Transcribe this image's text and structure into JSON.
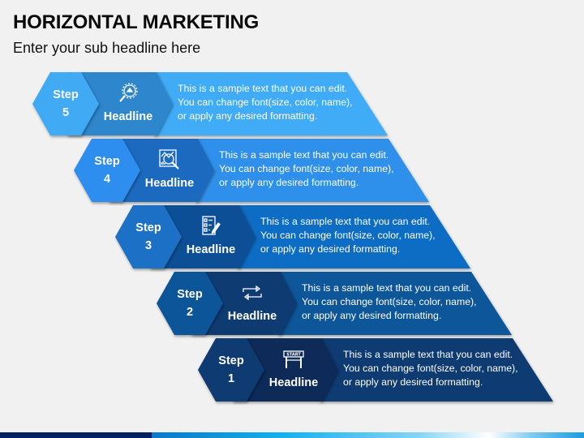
{
  "header": {
    "title": "HORIZONTAL MARKETING",
    "subtitle": "Enter your sub headline here"
  },
  "steps": [
    {
      "step_word": "Step",
      "number": "5",
      "headline": "Headline",
      "icon": "gear-magnifier-icon",
      "text_lines": [
        "This is a sample text that you can edit.",
        "You can change font(size, color, name),",
        "or apply any desired formatting."
      ],
      "colors": {
        "hex": "#41aaf5",
        "arrow": "#2f86cc",
        "band": "#41acf7"
      }
    },
    {
      "step_word": "Step",
      "number": "4",
      "headline": "Headline",
      "icon": "chart-analysis-icon",
      "text_lines": [
        "This is a sample text that you can edit.",
        "You can change font(size, color, name),",
        "or apply any desired formatting."
      ],
      "colors": {
        "hex": "#2e8ef0",
        "arrow": "#1d6ac0",
        "band": "#2e90ea"
      }
    },
    {
      "step_word": "Step",
      "number": "3",
      "headline": "Headline",
      "icon": "checklist-pencil-icon",
      "text_lines": [
        "This is a sample text that you can edit.",
        "You can change font(size, color, name),",
        "or apply any desired formatting."
      ],
      "colors": {
        "hex": "#1a70c6",
        "arrow": "#0e4f96",
        "band": "#0c6cc4"
      }
    },
    {
      "step_word": "Step",
      "number": "2",
      "headline": "Headline",
      "icon": "exchange-arrows-icon",
      "text_lines": [
        "This is a sample text that you can edit.",
        "You can change font(size, color, name),",
        "or apply any desired formatting."
      ],
      "colors": {
        "hex": "#0f5499",
        "arrow": "#0a3a72",
        "band": "#0d5699"
      }
    },
    {
      "step_word": "Step",
      "number": "1",
      "headline": "Headline",
      "icon": "start-sign-icon",
      "icon_text": "START",
      "text_lines": [
        "This is a sample text that you can edit.",
        "You can change font(size, color, name),",
        "or apply any desired formatting."
      ],
      "colors": {
        "hex": "#0c3a72",
        "arrow": "#082a58",
        "band": "#0b3a72"
      }
    }
  ],
  "footer": {
    "colors": [
      "#002060",
      "#0a78c8",
      "#12b0ee",
      "#ffffff",
      "#1b9be0"
    ]
  }
}
